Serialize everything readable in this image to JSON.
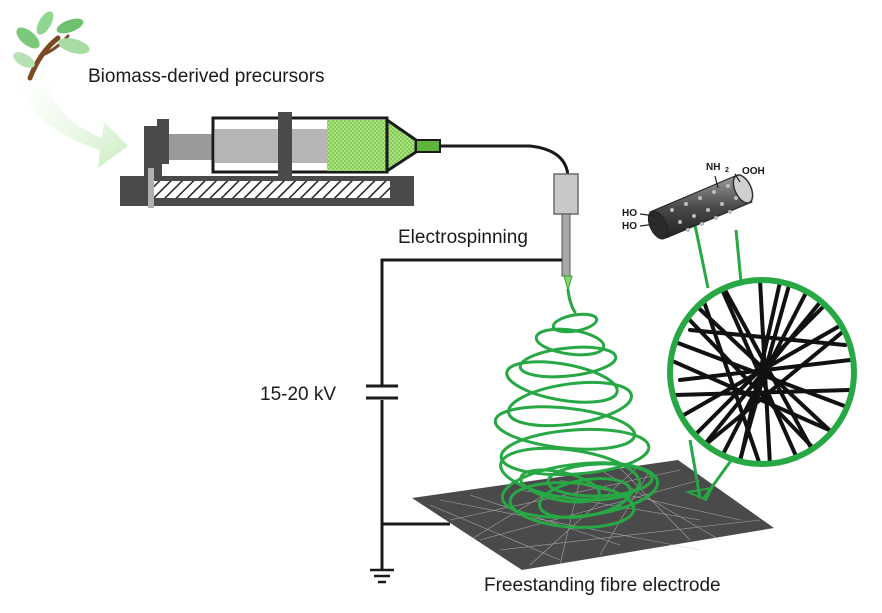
{
  "labels": {
    "precursors": "Biomass-derived precursors",
    "electrospinning": "Electrospinning",
    "voltage": "15-20 kV",
    "electrode": "Freestanding fibre electrode"
  },
  "functional_groups": {
    "amine": "NH",
    "amine_sub": "2",
    "carboxyl": "OOH",
    "hydroxyl_1": "HO",
    "hydroxyl_2": "HO"
  },
  "colors": {
    "green": "#27a844",
    "light_green": "#8fd16a",
    "dark_gray": "#3d3d3d",
    "mid_gray": "#9a9a9a",
    "light_gray": "#cfcfcf"
  },
  "icons": [
    "leaf-icon",
    "arrow-icon",
    "syringe-pump-icon",
    "needle-icon",
    "capacitor-icon",
    "ground-icon",
    "fiber-mat-icon",
    "magnified-fibers-icon",
    "functionalized-fiber-icon"
  ]
}
